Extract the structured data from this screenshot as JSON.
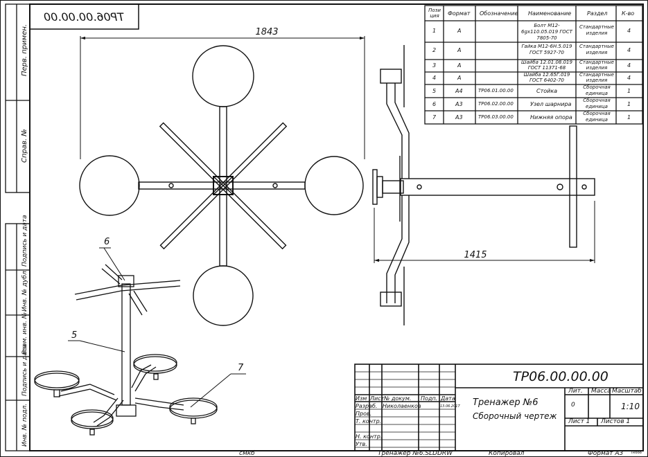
{
  "drawing_code_mirrored": "ТР06.00.00.00",
  "side_stamp_labels": [
    "Перв. примен.",
    "Справ. №",
    "Подпись и дата",
    "Инв. № дубл.",
    "Взам. инв. №",
    "Подпись и дата",
    "Инв. № подл."
  ],
  "dimensions": {
    "width_top": "1843",
    "width_side": "1415"
  },
  "callouts": [
    "6",
    "5",
    "7"
  ],
  "spec_table": {
    "headers": [
      "Пози ция",
      "Формат",
      "Обозначение",
      "Наименование",
      "Раздел",
      "К-во"
    ],
    "rows": [
      {
        "pos": "1",
        "format": "А",
        "code": "",
        "name": "Болт М12-6gх110.05.019 ГОСТ 7805-70",
        "section": "Стандартные изделия",
        "qty": "4"
      },
      {
        "pos": "2",
        "format": "А",
        "code": "",
        "name": "Гайка М12-6Н.5.019 ГОСТ 5927-70",
        "section": "Стандартные изделия",
        "qty": "4"
      },
      {
        "pos": "3",
        "format": "А",
        "code": "",
        "name": "Шайба 12.01.08.019 ГОСТ 11371-68",
        "section": "Стандартные изделия",
        "qty": "4"
      },
      {
        "pos": "4",
        "format": "А",
        "code": "",
        "name": "Шайба 12.65Г.019 ГОСТ 6402-70",
        "section": "Стандартные изделия",
        "qty": "4"
      },
      {
        "pos": "5",
        "format": "А4",
        "code": "ТР06.01.00.00",
        "name": "Стойка",
        "section": "Сборочная единица",
        "qty": "1"
      },
      {
        "pos": "6",
        "format": "А3",
        "code": "ТР06.02.00.00",
        "name": "Узел шарнира",
        "section": "Сборочная единица",
        "qty": "1"
      },
      {
        "pos": "7",
        "format": "А3",
        "code": "ТР06.03.00.00",
        "name": "Нижняя опора",
        "section": "Сборочная единица",
        "qty": "1"
      }
    ]
  },
  "title_block": {
    "designation": "ТР06.00.00.00",
    "product_name": "Тренажер №6",
    "doc_type": "Сборочный чертеж",
    "col_headers": [
      "Изм",
      "Лист",
      "№ докум.",
      "Подп.",
      "Дата"
    ],
    "role_razrab": "Разраб.",
    "role_prov": "Пров.",
    "role_tkontr": "Т. контр.",
    "role_nkontr": "Н. контр.",
    "role_utv": "Утв.",
    "developer": "Николаенков",
    "date": "13.06.2017",
    "lit_label": "Лит.",
    "mass_label": "Масса",
    "scale_label": "Масштаб",
    "lit_value": "0",
    "scale_value": "1:10",
    "sheet_label": "Лист 1",
    "sheets_label": "Листов 1"
  },
  "footer": {
    "left": "смкб",
    "file": "Тренажер №6.SLDDRW",
    "copied": "Копировал",
    "format": "Формат А3",
    "tiny": "TR666"
  }
}
